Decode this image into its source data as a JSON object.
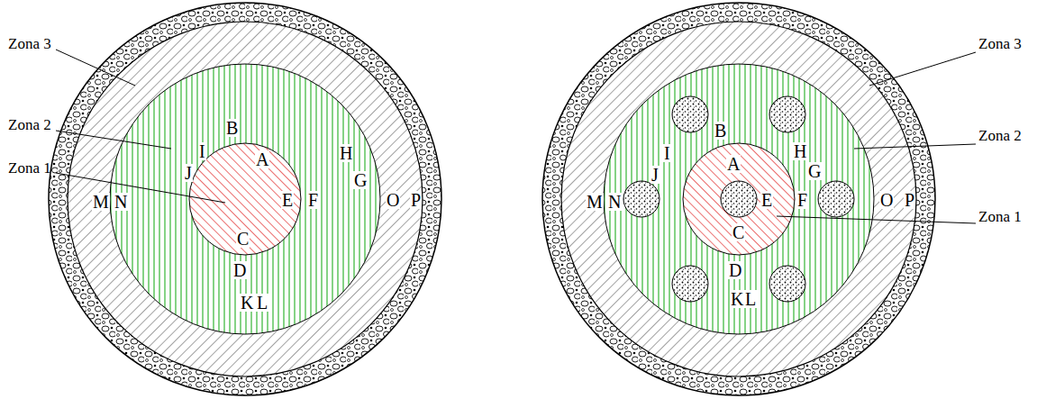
{
  "diagram": {
    "labels": [
      "Zona 3",
      "Zona 2",
      "Zona 1",
      "A",
      "B",
      "C",
      "D",
      "E",
      "F",
      "G",
      "H",
      "I",
      "J",
      "K",
      "L",
      "M",
      "N",
      "O",
      "P",
      "Zona 3",
      "Zona 2",
      "Zona 1",
      "A",
      "B",
      "C",
      "D",
      "E",
      "F",
      "G",
      "H",
      "I",
      "J",
      "K",
      "L",
      "M",
      "N",
      "O",
      "P"
    ]
  }
}
